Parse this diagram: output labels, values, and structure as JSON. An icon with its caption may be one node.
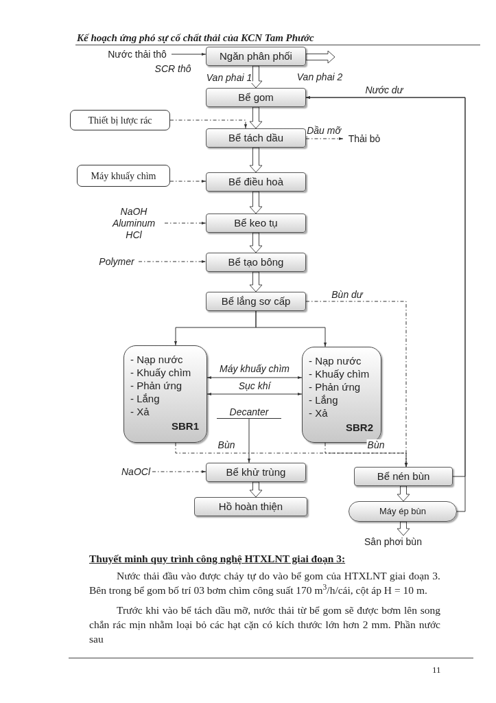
{
  "diagram": {
    "nodes": [
      {
        "text": [
          "Nước thải thô"
        ]
      },
      {
        "text": [
          "Ngăn phân phối"
        ]
      },
      {
        "text": [
          "Bể gom"
        ]
      },
      {
        "text": [
          "Thiết bị lược rác"
        ]
      },
      {
        "text": [
          "Bể tách dầu"
        ]
      },
      {
        "text": [
          "Thải bỏ"
        ]
      },
      {
        "text": [
          "Máy khuấy chìm"
        ]
      },
      {
        "text": [
          "Bể điều hoà"
        ]
      },
      {
        "text": [
          "NaOH",
          "Aluminum",
          "HCl"
        ]
      },
      {
        "text": [
          "Bể keo tụ"
        ]
      },
      {
        "text": [
          "Polymer"
        ]
      },
      {
        "text": [
          "Bể tạo bông"
        ]
      },
      {
        "text": [
          "Bể lắng sơ cấp"
        ]
      },
      {
        "text": [
          "- Nạp nước",
          "- Khuấy chìm",
          "- Phản ứng",
          "- Lắng",
          "- Xả",
          "SBR1"
        ]
      },
      {
        "text": [
          "- Nạp nước",
          "- Khuấy chìm",
          "- Phản ứng",
          "- Lắng",
          "- Xả",
          "SBR2"
        ]
      },
      {
        "text": [
          "Decanter"
        ]
      },
      {
        "text": [
          "NaOCl"
        ]
      },
      {
        "text": [
          "Bể khử trùng"
        ]
      },
      {
        "text": [
          "Hồ hoàn thiện"
        ]
      },
      {
        "text": [
          "Bể nén bùn"
        ]
      },
      {
        "text": [
          "Máy ép bùn"
        ]
      },
      {
        "text": [
          "Sân phơi bùn"
        ]
      }
    ],
    "edges": [
      {
        "from": 0,
        "to": 1,
        "arrow": "to",
        "label": "SCR thô"
      },
      {
        "from": 1,
        "to": 2,
        "arrow": "to",
        "label": "Van phai 1",
        "style": "thick"
      },
      {
        "from": 1,
        "to": null,
        "arrow": "to",
        "label": "Van phai 2",
        "style": "thick"
      },
      {
        "from": 2,
        "to": 4,
        "arrow": "to",
        "style": "thick"
      },
      {
        "from": 3,
        "to": 4,
        "arrow": "to",
        "style": "dashed"
      },
      {
        "from": 4,
        "to": 5,
        "arrow": "to",
        "label": "Dầu mỡ",
        "style": "dashed"
      },
      {
        "from": 4,
        "to": 7,
        "arrow": "to",
        "style": "thick"
      },
      {
        "from": 6,
        "to": 7,
        "arrow": "to",
        "style": "dashed"
      },
      {
        "from": 7,
        "to": 9,
        "arrow": "to",
        "style": "thick"
      },
      {
        "from": 8,
        "to": 9,
        "arrow": "to",
        "style": "dashed"
      },
      {
        "from": 9,
        "to": 11,
        "arrow": "to",
        "style": "thick"
      },
      {
        "from": 10,
        "to": 11,
        "arrow": "to",
        "style": "dashed"
      },
      {
        "from": 11,
        "to": 12,
        "arrow": "to",
        "style": "thick"
      },
      {
        "from": 12,
        "to": 13,
        "arrow": "to"
      },
      {
        "from": 12,
        "to": 14,
        "arrow": "to"
      },
      {
        "from": 13,
        "to": 14,
        "arrow": "both",
        "label": "Máy khuấy chìm"
      },
      {
        "from": 13,
        "to": 14,
        "arrow": "both",
        "label": "Sục khí"
      },
      {
        "from": 15,
        "to": 17,
        "arrow": "to"
      },
      {
        "from": 12,
        "to": 19,
        "arrow": "to",
        "label": "Bùn dư",
        "style": "dashed"
      },
      {
        "from": 13,
        "to": 19,
        "arrow": "to",
        "label": "Bùn",
        "style": "dashed"
      },
      {
        "from": 14,
        "to": 19,
        "arrow": "to",
        "label": "Bùn",
        "style": "dashed"
      },
      {
        "from": 16,
        "to": 17,
        "arrow": "to",
        "style": "dashed"
      },
      {
        "from": 17,
        "to": 18,
        "arrow": "to",
        "style": "thick"
      },
      {
        "from": 19,
        "to": 20,
        "arrow": "to",
        "style": "thick"
      },
      {
        "from": 20,
        "to": 21,
        "arrow": "to",
        "style": "thick"
      },
      {
        "from": 19,
        "to": 2,
        "arrow": "to",
        "label": "Nước dư"
      },
      {
        "from": 20,
        "to": 2,
        "arrow": "to"
      }
    ],
    "labels": [
      "Kế hoạch ứng phó sự cố chất thải của KCN Tam Phước",
      "Thuyết minh quy trình công nghệ HTXLNT giai đoạn 3:",
      "Nước thải đầu vào được chảy tự do vào bể gom của HTXLNT giai đoạn 3. Bên trong bể gom bố trí 03 bơm chìm công suất 170 m$^{3}$/h/cái, cột áp H = 10 m.",
      "Trước khi vào bể tách dầu mỡ, nước thải từ bể gom sẽ được bơm lên song chắn rác mịn nhằm loại bỏ các hạt cặn có kích thước lớn hơn 2 mm. Phần nước sau",
      "11"
    ]
  }
}
